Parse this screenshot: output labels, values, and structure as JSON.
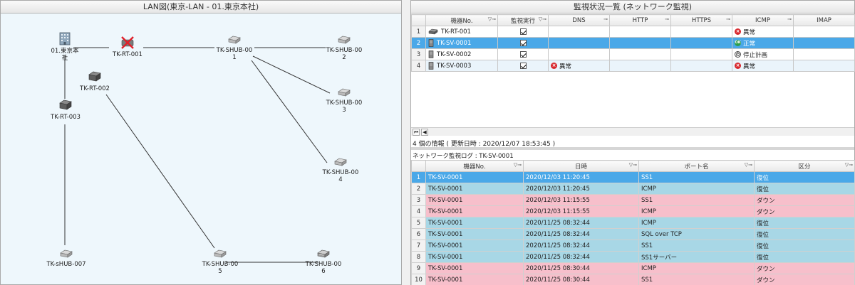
{
  "left": {
    "title": "LAN図(東京-LAN - 01.東京本社)",
    "nodes": [
      {
        "id": "hq",
        "label": "01.東京本\n社",
        "kind": "building"
      },
      {
        "id": "rt001",
        "label": "TK-RT-001",
        "kind": "router-down"
      },
      {
        "id": "shub001",
        "label": "TK-SHUB-00\n1",
        "kind": "switch"
      },
      {
        "id": "shub002",
        "label": "TK-SHUB-00\n2",
        "kind": "switch"
      },
      {
        "id": "rt002",
        "label": "TK-RT-002",
        "kind": "router"
      },
      {
        "id": "shub003",
        "label": "TK-SHUB-00\n3",
        "kind": "switch"
      },
      {
        "id": "rt003",
        "label": "TK-RT-003",
        "kind": "router"
      },
      {
        "id": "shub004",
        "label": "TK-SHUB-00\n4",
        "kind": "switch"
      },
      {
        "id": "shub007",
        "label": "TK-sHUB-007",
        "kind": "switch"
      },
      {
        "id": "shub005",
        "label": "TK-SHUB-00\n5",
        "kind": "switch"
      },
      {
        "id": "shub006",
        "label": "TK-SHUB-00\n6",
        "kind": "switch-alt"
      }
    ]
  },
  "right": {
    "title": "監視状況一覧 (ネットワーク監視)",
    "columns": [
      "機器No.",
      "監視実行",
      "DNS",
      "HTTP",
      "HTTPS",
      "ICMP",
      "IMAP"
    ],
    "rows": [
      {
        "no": "1",
        "device": "TK-RT-001",
        "dev_kind": "router",
        "dns": "",
        "icmp": "異常",
        "icmp_state": "err"
      },
      {
        "no": "2",
        "device": "TK-SV-0001",
        "dev_kind": "server",
        "dns": "",
        "icmp": "正常",
        "icmp_state": "ok"
      },
      {
        "no": "3",
        "device": "TK-SV-0002",
        "dev_kind": "server",
        "dns": "",
        "icmp": "停止計画",
        "icmp_state": "stop"
      },
      {
        "no": "4",
        "device": "TK-SV-0003",
        "dev_kind": "server",
        "dns": "異常",
        "icmp": "異常",
        "icmp_state": "err"
      }
    ],
    "info": "4 個の情報 ( 更新日時 : 2020/12/07 18:53:45 )",
    "log_title": "ネットワーク監視ログ : TK-SV-0001",
    "log_columns": [
      "機器No.",
      "日時",
      "ポート名",
      "区分"
    ],
    "log_rows": [
      {
        "no": "1",
        "device": "TK-SV-0001",
        "datetime": "2020/12/03 11:20:45",
        "port": "SS1",
        "kind": "復位",
        "state": "sel"
      },
      {
        "no": "2",
        "device": "TK-SV-0001",
        "datetime": "2020/12/03 11:20:45",
        "port": "ICMP",
        "kind": "復位",
        "state": "good"
      },
      {
        "no": "3",
        "device": "TK-SV-0001",
        "datetime": "2020/12/03 11:15:55",
        "port": "SS1",
        "kind": "ダウン",
        "state": "bad"
      },
      {
        "no": "4",
        "device": "TK-SV-0001",
        "datetime": "2020/12/03 11:15:55",
        "port": "ICMP",
        "kind": "ダウン",
        "state": "bad"
      },
      {
        "no": "5",
        "device": "TK-SV-0001",
        "datetime": "2020/11/25 08:32:44",
        "port": "ICMP",
        "kind": "復位",
        "state": "good"
      },
      {
        "no": "6",
        "device": "TK-SV-0001",
        "datetime": "2020/11/25 08:32:44",
        "port": "SQL over TCP",
        "kind": "復位",
        "state": "good"
      },
      {
        "no": "7",
        "device": "TK-SV-0001",
        "datetime": "2020/11/25 08:32:44",
        "port": "SS1",
        "kind": "復位",
        "state": "good"
      },
      {
        "no": "8",
        "device": "TK-SV-0001",
        "datetime": "2020/11/25 08:32:44",
        "port": "SS1サーバー",
        "kind": "復位",
        "state": "good"
      },
      {
        "no": "9",
        "device": "TK-SV-0001",
        "datetime": "2020/11/25 08:30:44",
        "port": "ICMP",
        "kind": "ダウン",
        "state": "bad"
      },
      {
        "no": "10",
        "device": "TK-SV-0001",
        "datetime": "2020/11/25 08:30:44",
        "port": "SS1",
        "kind": "ダウン",
        "state": "bad"
      }
    ]
  },
  "colors": {
    "selected": "#4aa8e8",
    "good_row": "#a8d7e6",
    "bad_row": "#f7bfcb",
    "error": "#d8262b",
    "ok": "#2e9e4a",
    "map_bg": "#eef7fc"
  }
}
